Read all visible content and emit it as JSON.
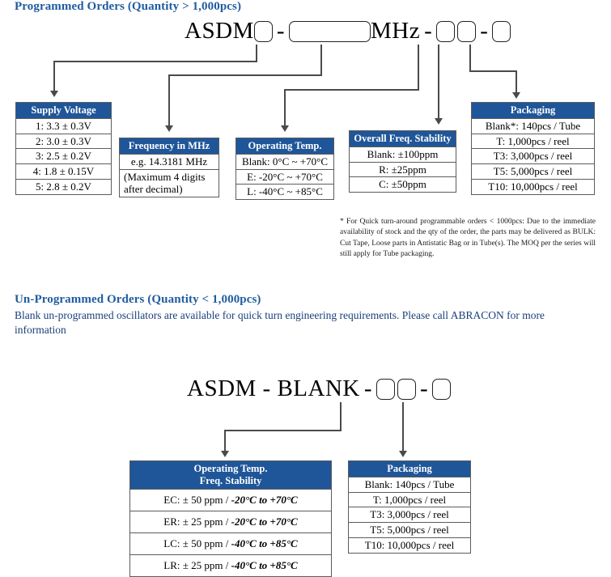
{
  "programmed": {
    "heading": "Programmed Orders (Quantity > 1,000pcs)",
    "part_number": {
      "prefix": "ASDM",
      "dash1": "-",
      "unit": "MHz",
      "dash2": "-",
      "dash3": "-"
    },
    "supply_voltage": {
      "header": "Supply Voltage",
      "rows": [
        "1: 3.3 ± 0.3V",
        "2:  3.0 ± 0.3V",
        "3:  2.5 ± 0.2V",
        "4:  1.8 ± 0.15V",
        "5:  2.8 ± 0.2V"
      ]
    },
    "frequency": {
      "header": "Frequency in MHz",
      "line1": "e.g. 14.3181 MHz",
      "line2": "(Maximum 4 digits after decimal)"
    },
    "operating_temp": {
      "header": "Operating Temp.",
      "rows": [
        "Blank: 0°C ~ +70°C",
        "E: -20°C ~ +70°C",
        "L: -40°C ~ +85°C"
      ]
    },
    "freq_stability": {
      "header": "Overall Freq. Stability",
      "rows": [
        "Blank: ±100ppm",
        "R: ±25ppm",
        "C: ±50ppm"
      ]
    },
    "packaging": {
      "header": "Packaging",
      "rows": [
        "Blank*: 140pcs / Tube",
        "T:  1,000pcs / reel",
        "T3:  3,000pcs / reel",
        "T5:  5,000pcs / reel",
        "T10:  10,000pcs / reel"
      ]
    },
    "footnote": "*  For Quick turn-around programmable orders < 1000pcs: Due to the immediate availability of stock and the qty of the order, the parts may be delivered as BULK: Cut Tape, Loose parts in Antistatic Bag or in Tube(s). The MOQ per the series will still apply for Tube packaging."
  },
  "unprogrammed": {
    "heading": "Un-Programmed Orders (Quantity < 1,000pcs)",
    "note": "Blank un-programmed oscillators are available for quick turn engineering requirements. Please call ABRACON for more information",
    "part_number": {
      "prefix": "ASDM - BLANK",
      "dash1": "-",
      "dash2": "-"
    },
    "temp_stability": {
      "header_line1": "Operating Temp.",
      "header_line2": "Freq. Stability",
      "rows": [
        {
          "code": "EC: ± 50 ppm / ",
          "range": "-20°C to +70°C"
        },
        {
          "code": "ER: ± 25 ppm / ",
          "range": "-20°C to +70°C"
        },
        {
          "code": "LC: ± 50 ppm / ",
          "range": "-40°C to +85°C"
        },
        {
          "code": "LR: ± 25 ppm / ",
          "range": "-40°C to +85°C"
        }
      ]
    },
    "packaging": {
      "header": "Packaging",
      "rows": [
        "Blank: 140pcs / Tube",
        "T: 1,000pcs / reel",
        "T3: 3,000pcs / reel",
        "T5: 5,000pcs / reel",
        "T10: 10,000pcs / reel"
      ]
    }
  },
  "colors": {
    "header_blue": "#1f5699",
    "heading_blue": "#1f5c9e",
    "line_gray": "#4a4a4a"
  }
}
